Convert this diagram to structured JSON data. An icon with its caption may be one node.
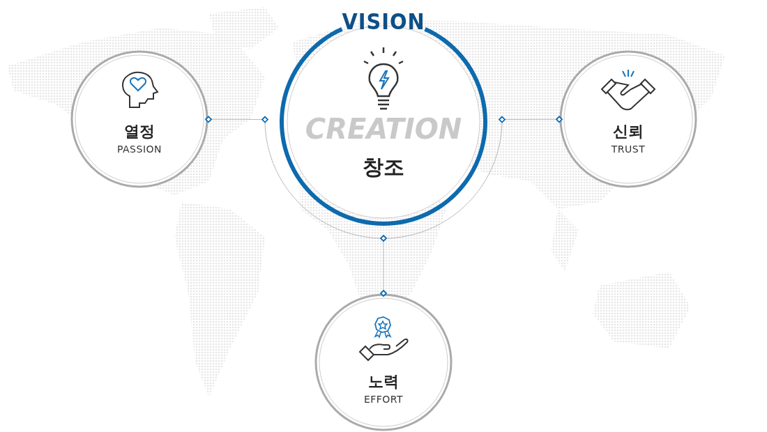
{
  "diagram": {
    "nodes": [
      {
        "text": [
          "VISION",
          "CREATION",
          "창조"
        ]
      },
      {
        "text": [
          "열정",
          "PASSION"
        ]
      },
      {
        "text": [
          "신뢰",
          "TRUST"
        ]
      },
      {
        "text": [
          "노력",
          "EFFORT"
        ]
      }
    ],
    "edges": [
      {
        "from": 1,
        "to": 0,
        "arrow": "other"
      },
      {
        "from": 0,
        "to": 2,
        "arrow": "other"
      },
      {
        "from": 0,
        "to": 3,
        "arrow": "other"
      }
    ]
  }
}
